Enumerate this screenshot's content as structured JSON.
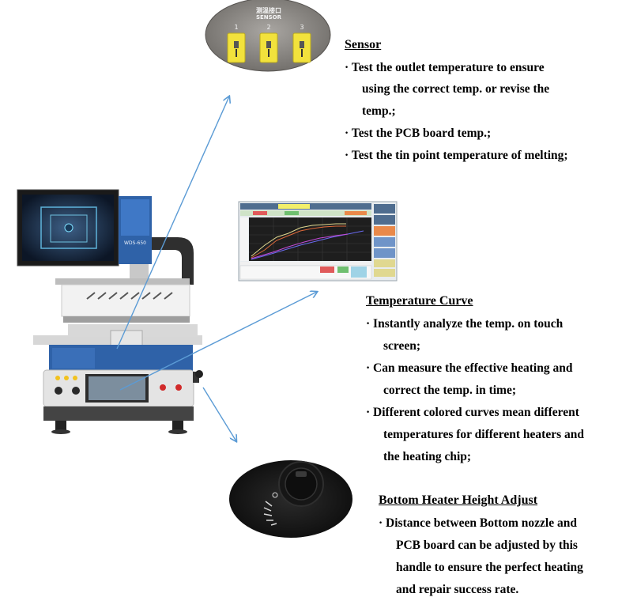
{
  "sensor": {
    "panel_title_cn": "测温接口",
    "panel_title_en": "SENSOR",
    "ports": [
      "1",
      "2",
      "3"
    ],
    "heading": "Sensor",
    "bullets": [
      [
        "Test the outlet temperature to ensure",
        "using the correct temp. or revise the",
        "temp.;"
      ],
      [
        "Test the PCB board temp.;"
      ],
      [
        "Test the tin point temperature of melting;"
      ]
    ]
  },
  "curve": {
    "heading": "Temperature Curve",
    "bullets": [
      [
        "Instantly analyze the temp. on touch",
        "screen;"
      ],
      [
        "Can measure the effective heating and",
        "correct the temp. in time;"
      ],
      [
        "Different colored curves mean different",
        "temperatures for different heaters and",
        "the heating chip;"
      ]
    ]
  },
  "bottom": {
    "heading": "Bottom Heater Height Adjust",
    "bullets": [
      [
        "Distance between Bottom nozzle and",
        "PCB board can be adjusted by this",
        "handle to ensure the perfect heating",
        "and repair success rate."
      ]
    ]
  },
  "machine": {
    "model_label": "WDS-650"
  },
  "bullet_marker": "·",
  "colors": {
    "arrow": "#5b9bd5",
    "machine_blue": "#2f62a8",
    "sensor_yellow": "#f2e23c",
    "panel_gray": "#8d8a86"
  }
}
